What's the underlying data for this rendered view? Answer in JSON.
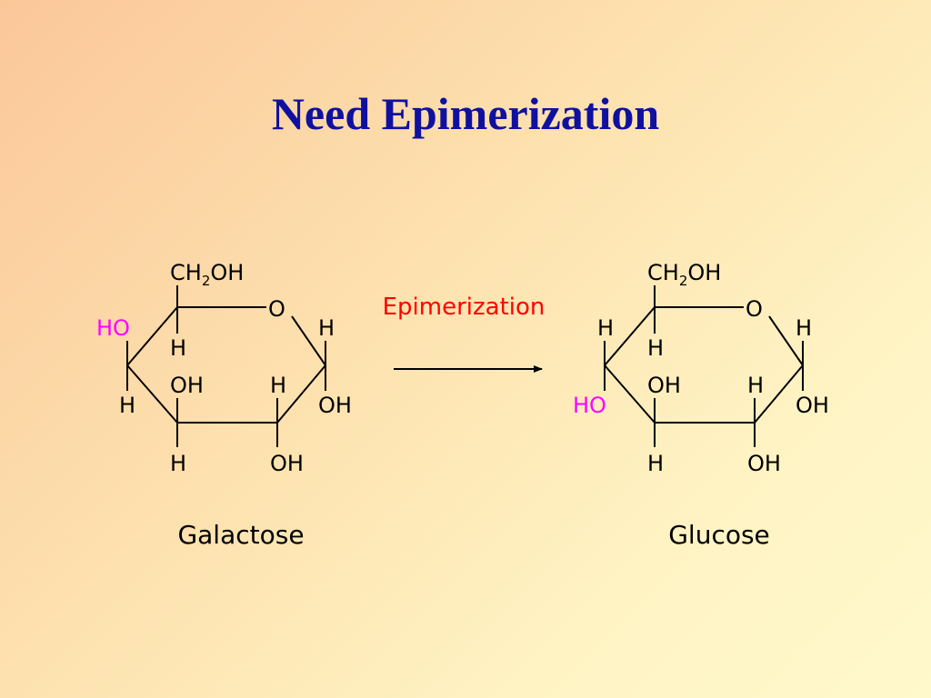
{
  "title": "Need Epimerization",
  "reaction": {
    "label": "Epimerization",
    "label_color": "#ff0000"
  },
  "galactose": {
    "name": "Galactose",
    "ch2oh": {
      "main": "CH",
      "sub": "2",
      "tail": "OH"
    },
    "ring_oxygen": "O",
    "c4_left": "HO",
    "c4_left_color": "#ff00ff",
    "c4_right": "H",
    "c5_h": "H",
    "c1_h": "H",
    "c1_oh": "OH",
    "c3_oh": "OH",
    "c3_h": "H",
    "c2_h": "H",
    "c2_oh": "OH"
  },
  "glucose": {
    "name": "Glucose",
    "ch2oh": {
      "main": "CH",
      "sub": "2",
      "tail": "OH"
    },
    "ring_oxygen": "O",
    "c4_up": "H",
    "c4_down": "HO",
    "c4_down_color": "#ff00ff",
    "c5_h": "H",
    "c1_h": "H",
    "c1_oh": "OH",
    "c3_oh": "OH",
    "c3_h": "H",
    "c2_h": "H",
    "c2_oh": "OH"
  },
  "colors": {
    "title": "#1010a0",
    "bond": "#000000",
    "highlight": "#ff00ff"
  }
}
